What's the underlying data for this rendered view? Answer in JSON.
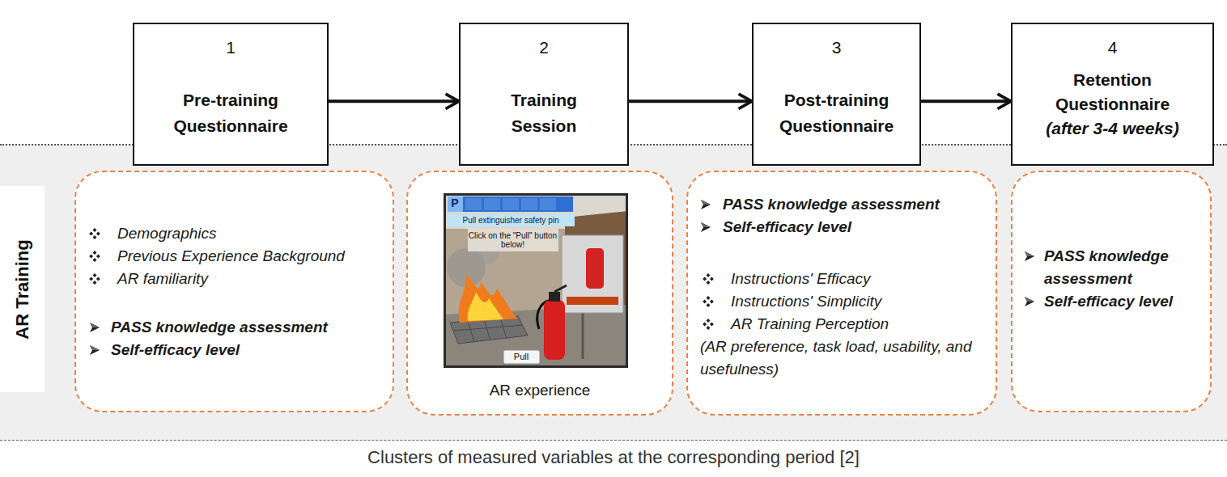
{
  "diagram": {
    "caption": "Clusters of measured variables at the corresponding period [2]",
    "nodes": [
      {
        "text": [
          "1",
          "Pre-training Questionnaire"
        ]
      },
      {
        "text": [
          "2",
          "Training Session"
        ]
      },
      {
        "text": [
          "3",
          "Post-training Questionnaire"
        ]
      },
      {
        "text": [
          "4",
          "Retention Questionnaire",
          "(after 3-4 weeks)"
        ]
      },
      {
        "text": [
          "AR Training"
        ]
      },
      {
        "text": [
          "Demographics",
          "Previous Experience Background",
          "AR familiarity",
          "PASS knowledge assessment",
          "Self-efficacy level"
        ],
        "in": 4
      },
      {
        "text": [
          "AR experience"
        ],
        "in": 4
      },
      {
        "text": [
          "PASS knowledge assessment",
          "Self-efficacy level",
          "Instructions' Efficacy",
          "Instructions' Simplicity",
          "AR Training Perception",
          "(AR preference, task load, usability, and usefulness)"
        ],
        "in": 4
      },
      {
        "text": [
          "PASS knowledge assessment",
          "Self-efficacy level"
        ],
        "in": 4
      }
    ],
    "edges": [
      {
        "from": 0,
        "to": 1,
        "arrow": "to"
      },
      {
        "from": 1,
        "to": 2,
        "arrow": "to"
      },
      {
        "from": 2,
        "to": 3,
        "arrow": "to"
      }
    ],
    "labels": [
      "P",
      "Pull extinguisher safety pin",
      "Click on the \"Pull\" button below!",
      "Pull"
    ]
  }
}
